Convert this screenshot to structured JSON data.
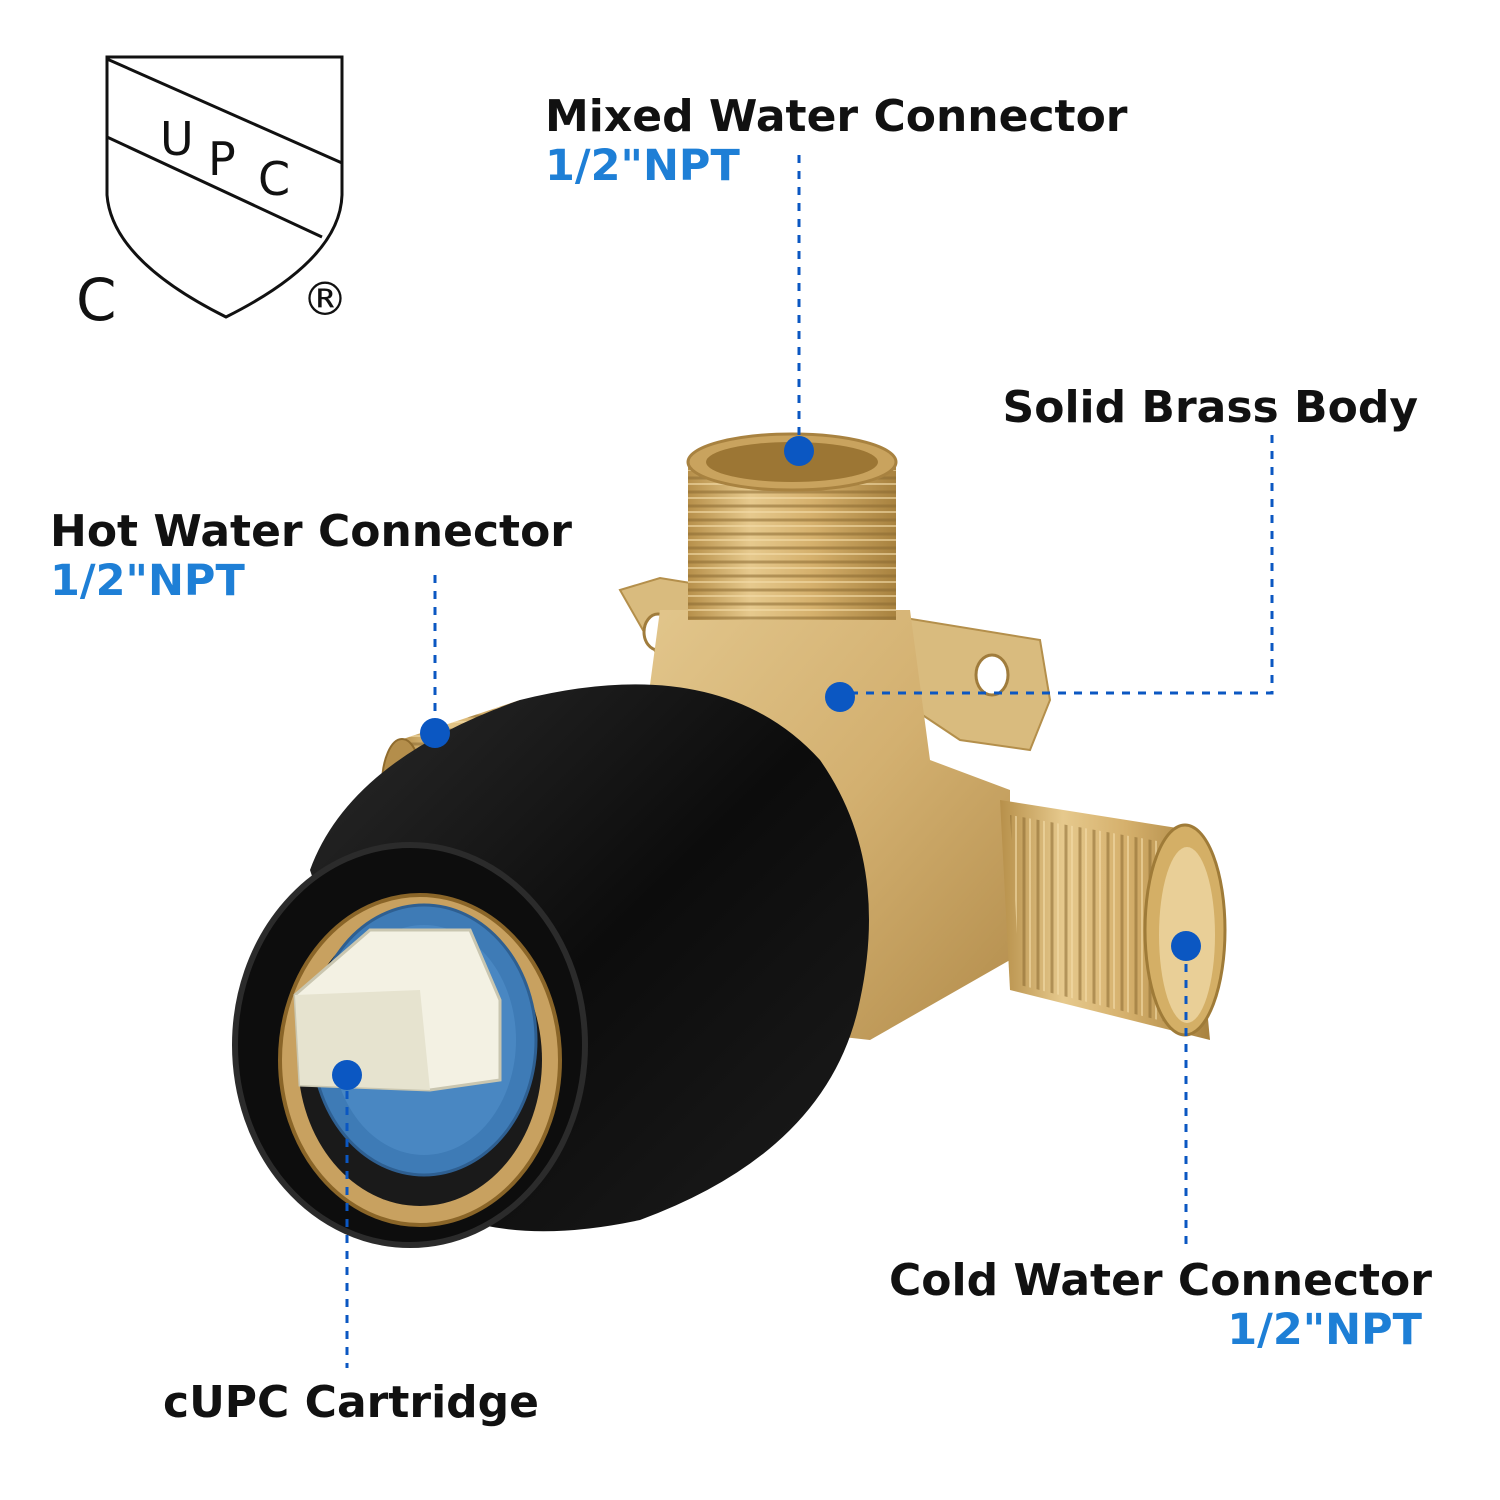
{
  "certification_logo": {
    "icon": "cupc-shield-icon",
    "letters": [
      "U",
      "P",
      "C"
    ],
    "left_mark": "C",
    "registered_mark": "®"
  },
  "product": {
    "icon": "brass-shower-valve-icon",
    "colors": {
      "brass": "#d8b572",
      "brass_dark": "#b08a45",
      "cover": "#111111",
      "cartridge_blue": "#3e7bb6",
      "stem": "#f2f0e4"
    }
  },
  "annotations": {
    "mixed": {
      "title": "Mixed Water Connector",
      "spec": "1/2\"NPT"
    },
    "body": {
      "title": "Solid Brass Body"
    },
    "hot": {
      "title": "Hot Water Connector",
      "spec": "1/2\"NPT"
    },
    "cold": {
      "title": "Cold Water Connector",
      "spec": "1/2\"NPT"
    },
    "cartridge": {
      "title": "cUPC Cartridge"
    }
  },
  "style": {
    "marker_color": "#0b57c2",
    "spec_color": "#1e7fd6",
    "title_color": "#111111"
  }
}
